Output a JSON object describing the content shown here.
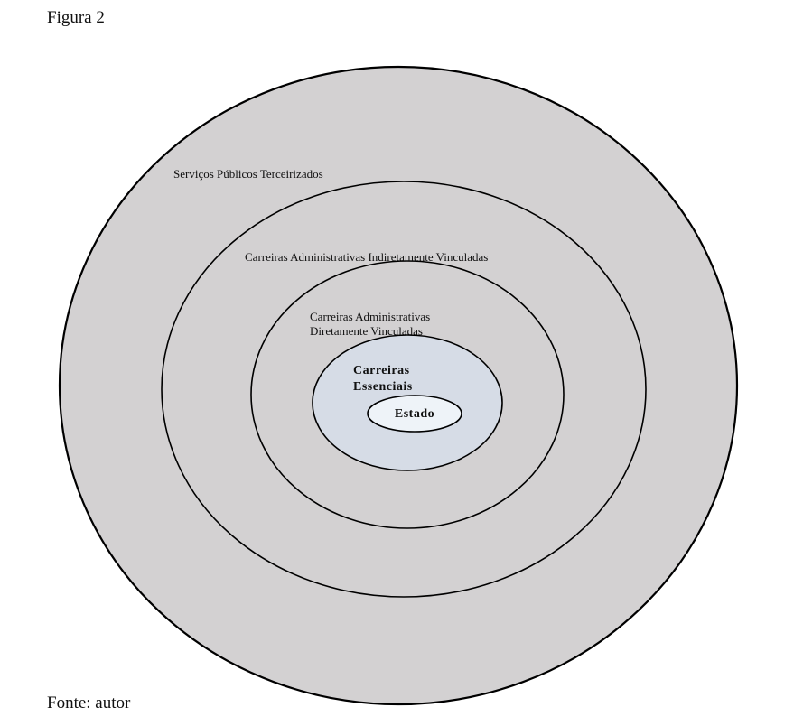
{
  "figure": {
    "title": "Figura 2",
    "source": "Fonte: autor"
  },
  "rings": [
    {
      "label": "Serviços Públicos Terceirizados"
    },
    {
      "label": "Carreiras Administrativas Indiretamente Vinculadas"
    },
    {
      "label_line1": "Carreiras Administrativas",
      "label_line2": "Diretamente Vinculadas"
    },
    {
      "label_line1": "Carreiras",
      "label_line2": "Essenciais"
    },
    {
      "label": "Estado"
    }
  ],
  "colors": {
    "outer_fill": "#d3d1d2",
    "essential_fill": "#d6dce6",
    "core_fill": "#eef3f8",
    "stroke": "#000000"
  }
}
